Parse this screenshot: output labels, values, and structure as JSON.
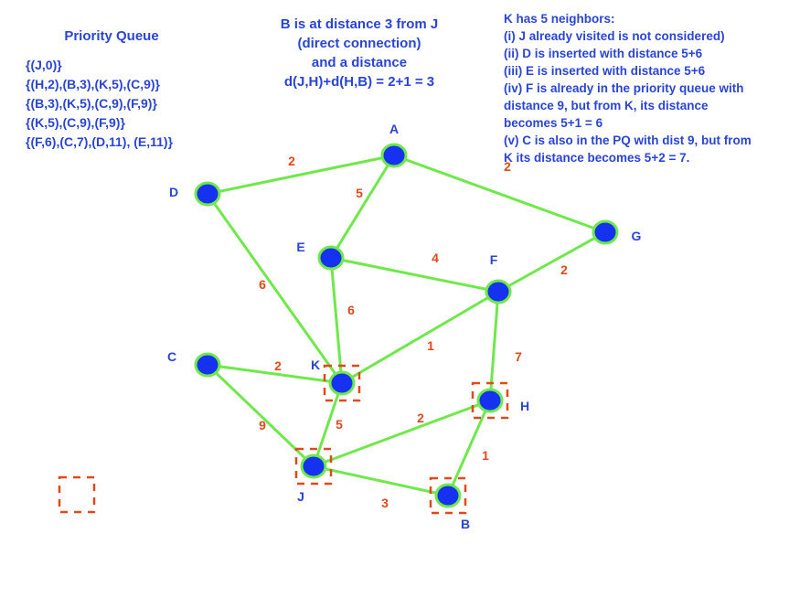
{
  "pq": {
    "title": "Priority Queue",
    "lines": [
      "{(J,0)}",
      "{(H,2),(B,3),(K,5),(C,9)}",
      "{(B,3),(K,5),(C,9),(F,9)}",
      "{(K,5),(C,9),(F,9)}",
      "{(F,6),(C,7),(D,11), (E,11)}"
    ]
  },
  "note_b": {
    "lines": [
      "B is at distance 3 from J",
      "(direct connection)",
      "and a distance",
      "d(J,H)+d(H,B) = 2+1 = 3"
    ]
  },
  "note_k": {
    "lines": [
      "K has 5 neighbors:",
      "(i) J already visited is not considered)",
      "(ii) D is inserted with distance 5+6",
      "(iii) E is inserted with distance 5+6",
      "(iv) F is already in the priority queue with",
      "distance 9, but from K, its distance",
      "becomes 5+1 = 6",
      "(v) C is also in the PQ with dist 9, but from",
      "K its distance becomes 5+2 = 7."
    ]
  },
  "graph": {
    "nodes": [
      "A",
      "B",
      "C",
      "D",
      "E",
      "F",
      "G",
      "H",
      "J",
      "K"
    ],
    "edges": [
      {
        "from": "D",
        "to": "A",
        "weight": "2"
      },
      {
        "from": "A",
        "to": "E",
        "weight": "5"
      },
      {
        "from": "A",
        "to": "G",
        "weight": "2"
      },
      {
        "from": "E",
        "to": "F",
        "weight": "4"
      },
      {
        "from": "G",
        "to": "F",
        "weight": "2"
      },
      {
        "from": "D",
        "to": "K",
        "weight": "6"
      },
      {
        "from": "E",
        "to": "K",
        "weight": "6"
      },
      {
        "from": "F",
        "to": "K",
        "weight": "1"
      },
      {
        "from": "F",
        "to": "H",
        "weight": "7"
      },
      {
        "from": "C",
        "to": "K",
        "weight": "2"
      },
      {
        "from": "C",
        "to": "J",
        "weight": "9"
      },
      {
        "from": "K",
        "to": "J",
        "weight": "5"
      },
      {
        "from": "J",
        "to": "H",
        "weight": "2"
      },
      {
        "from": "H",
        "to": "B",
        "weight": "1"
      },
      {
        "from": "J",
        "to": "B",
        "weight": "3"
      }
    ],
    "visited_marked": [
      "K",
      "H",
      "J",
      "B"
    ]
  },
  "colors": {
    "text": "#2a44d6",
    "weight": "#e04a1a",
    "node_fill": "#1432f0",
    "edge": "#6ee84a",
    "marker": "#e04a1a"
  }
}
